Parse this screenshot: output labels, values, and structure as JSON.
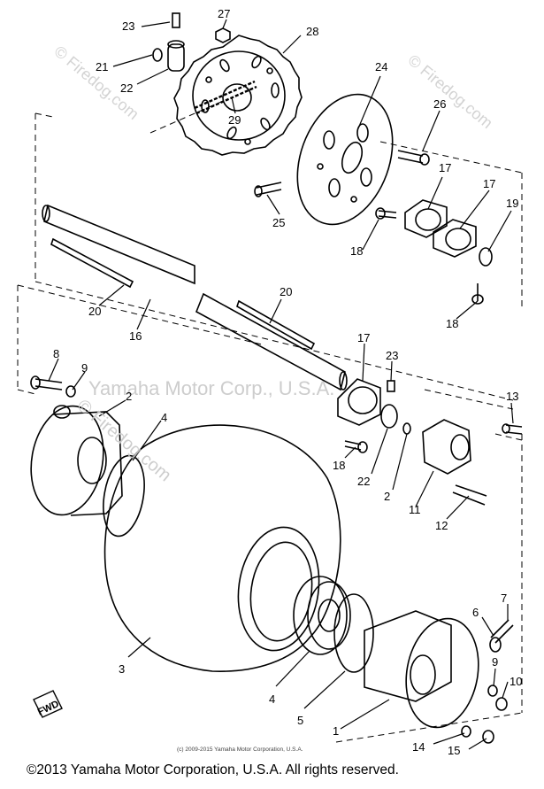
{
  "callouts": {
    "c1": "1",
    "c2a": "2",
    "c2b": "2",
    "c3": "3",
    "c4a": "4",
    "c4b": "4",
    "c5": "5",
    "c6": "6",
    "c7": "7",
    "c8": "8",
    "c9a": "9",
    "c9b": "9",
    "c10": "10",
    "c11": "11",
    "c12": "12",
    "c13": "13",
    "c14": "14",
    "c15": "15",
    "c16": "16",
    "c17a": "17",
    "c17b": "17",
    "c17c": "17",
    "c18a": "18",
    "c18b": "18",
    "c18c": "18",
    "c19": "19",
    "c20a": "20",
    "c20b": "20",
    "c21": "21",
    "c22a": "22",
    "c22b": "22",
    "c23a": "23",
    "c23b": "23",
    "c24": "24",
    "c25": "25",
    "c26": "26",
    "c27": "27",
    "c28": "28",
    "c29": "29"
  },
  "watermarks": {
    "firedog_1": "© Firedog.com",
    "firedog_2": "© Firedog.com",
    "firedog_3": "© Firedog.com",
    "yamaha_center": "Yamaha Motor Corp., U.S.A."
  },
  "fwd_label": "FWD",
  "inner_copyright": "(c) 2009-2015 Yamaha Motor Corporation, U.S.A.",
  "footer_copyright": "©2013 Yamaha Motor Corporation, U.S.A. All rights reserved."
}
